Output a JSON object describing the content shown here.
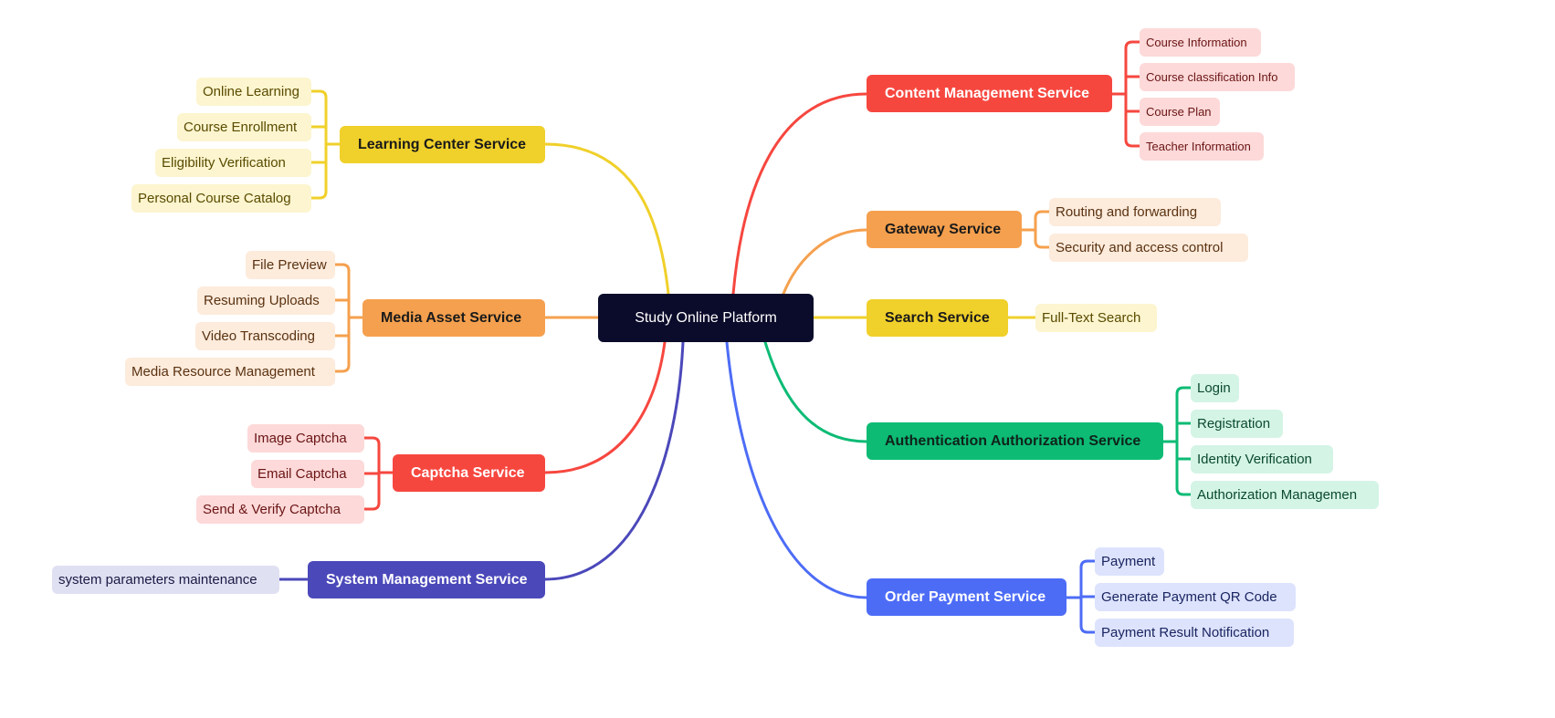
{
  "root": "Study Online Platform",
  "colors": {
    "yellow": "#f0d02a",
    "orange": "#f5a04e",
    "red": "#f6473f",
    "indigo": "#4b48ba",
    "green": "#0dbb75",
    "blue": "#4d6cf6",
    "yellow_light": "#fcf5cf",
    "orange_light": "#fdebdc",
    "red_light": "#fdd9d9",
    "indigo_light": "#e0e0f3",
    "green_light": "#d4f4e6",
    "blue_light": "#dde3fd"
  },
  "branches": {
    "learning_center": {
      "label": "Learning Center Service",
      "children": [
        "Online Learning",
        "Course Enrollment",
        "Eligibility Verification",
        "Personal Course Catalog"
      ]
    },
    "media_asset": {
      "label": "Media Asset Service",
      "children": [
        "File Preview",
        "Resuming Uploads",
        "Video Transcoding",
        "Media Resource Management"
      ]
    },
    "captcha": {
      "label": "Captcha Service",
      "children": [
        "Image Captcha",
        "Email Captcha",
        "Send & Verify Captcha"
      ]
    },
    "system_management": {
      "label": "System Management Service",
      "children": [
        "system parameters maintenance"
      ]
    },
    "content_management": {
      "label": "Content Management Service",
      "children": [
        "Course Information",
        "Course classification Info",
        "Course Plan",
        "Teacher Information"
      ]
    },
    "gateway": {
      "label": "Gateway Service",
      "children": [
        "Routing and forwarding",
        "Security and access control"
      ]
    },
    "search": {
      "label": "Search Service",
      "children": [
        "Full-Text Search"
      ]
    },
    "auth": {
      "label": "Authentication Authorization Service",
      "children": [
        "Login",
        "Registration",
        "Identity Verification",
        "Authorization Managemen"
      ]
    },
    "order_payment": {
      "label": "Order Payment Service",
      "children": [
        "Payment",
        "Generate Payment QR Code",
        "Payment Result Notification"
      ]
    }
  }
}
